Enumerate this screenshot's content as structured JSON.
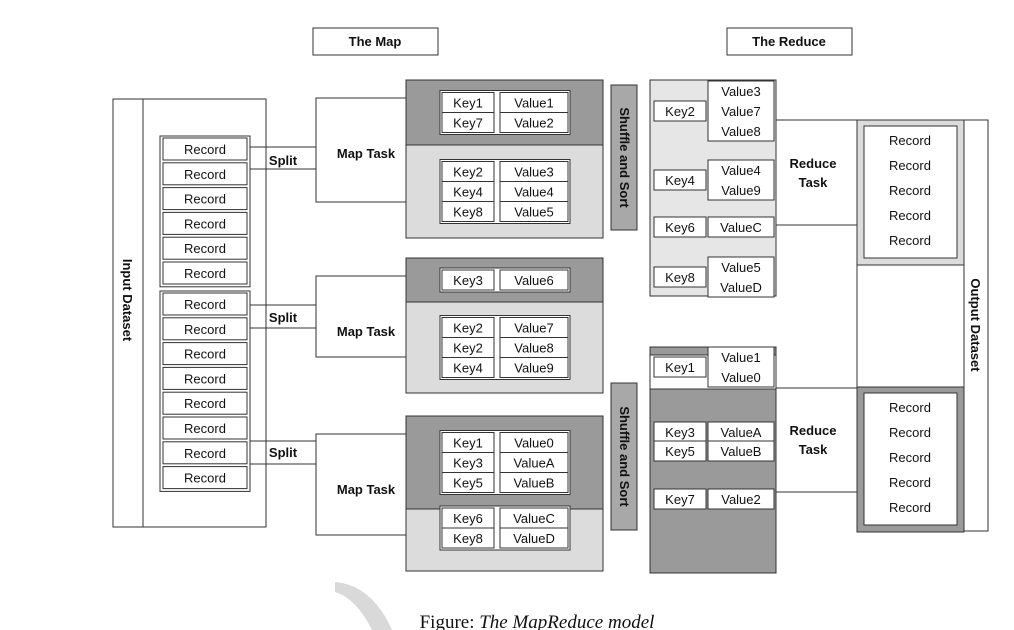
{
  "headers": {
    "map": "The Map",
    "reduce": "The Reduce"
  },
  "input_dataset": "Input Dataset",
  "output_dataset": "Output Dataset",
  "record_label": "Record",
  "split_label": "Split",
  "map_task_label": "Map Task",
  "reduce_task_label": [
    "Reduce",
    "Task"
  ],
  "shuffle_label": "Shuffle and Sort",
  "map_outputs": [
    {
      "top": [
        [
          "Key1",
          "Value1"
        ],
        [
          "Key7",
          "Value2"
        ]
      ],
      "bottom": [
        [
          "Key2",
          "Value3"
        ],
        [
          "Key4",
          "Value4"
        ],
        [
          "Key8",
          "Value5"
        ]
      ]
    },
    {
      "top": [
        [
          "Key3",
          "Value6"
        ]
      ],
      "bottom": [
        [
          "Key2",
          "Value7"
        ],
        [
          "Key2",
          "Value8"
        ],
        [
          "Key4",
          "Value9"
        ]
      ]
    },
    {
      "top": [
        [
          "Key1",
          "Value0"
        ],
        [
          "Key3",
          "ValueA"
        ],
        [
          "Key5",
          "ValueB"
        ]
      ],
      "bottom": [
        [
          "Key6",
          "ValueC"
        ],
        [
          "Key8",
          "ValueD"
        ]
      ]
    }
  ],
  "reduce_inputs": [
    {
      "groups": [
        {
          "key": "Key2",
          "values": [
            "Value3",
            "Value7",
            "Value8"
          ]
        },
        {
          "key": "Key4",
          "values": [
            "Value4",
            "Value9"
          ]
        },
        {
          "key": "Key6",
          "values": [
            "ValueC"
          ]
        },
        {
          "key": "Key8",
          "values": [
            "Value5",
            "ValueD"
          ]
        }
      ]
    },
    {
      "groups": [
        {
          "key": "Key1",
          "values": [
            "Value1",
            "Value0"
          ]
        },
        {
          "key": "Key3",
          "values": [
            "ValueA"
          ]
        },
        {
          "key": "Key5",
          "values": [
            "ValueB"
          ]
        },
        {
          "key": "Key7",
          "values": [
            "Value2"
          ]
        }
      ]
    }
  ],
  "caption": {
    "prefix": "Figure: ",
    "title": "The MapReduce model"
  }
}
